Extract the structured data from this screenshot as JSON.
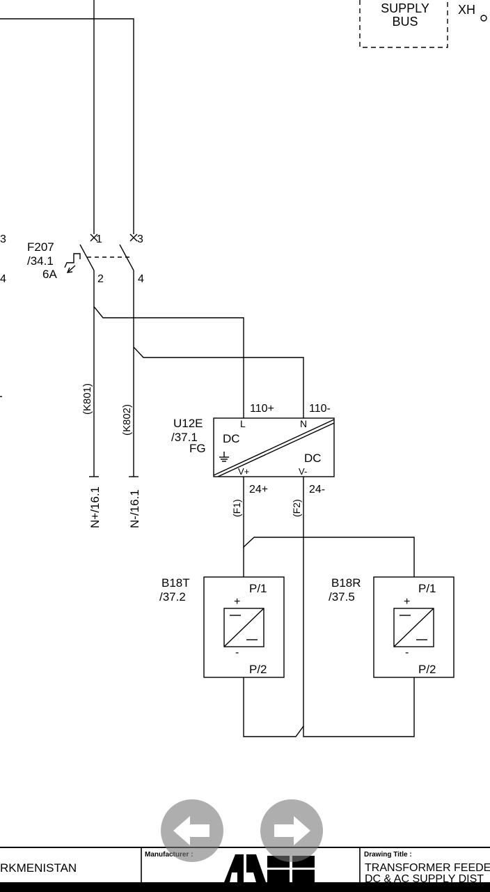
{
  "supply_bus": {
    "line1": "SUPPLY",
    "line2": "BUS",
    "terminal": "XH"
  },
  "breaker": {
    "tag": "F207",
    "ref": "/34.1",
    "rating": "6A",
    "pins": {
      "p1": "1",
      "p2": "2",
      "p3": "3",
      "p4": "4"
    },
    "edge_left_top": "3",
    "edge_left_bottom": "4"
  },
  "wires": {
    "k801": "(K801)",
    "k802": "(K802)",
    "n_plus": "N+/16.1",
    "n_minus": "N-/16.1",
    "f1": "(F1)",
    "f2": "(F2)"
  },
  "converter": {
    "tag": "U12E",
    "ref": "/37.1",
    "fg": "FG",
    "in_l": "L",
    "in_n": "N",
    "dc_left": "DC",
    "dc_right": "DC",
    "out_vp": "V+",
    "out_vm": "V-",
    "in_plus": "110+",
    "in_minus": "110-",
    "out_plus": "24+",
    "out_minus": "24-"
  },
  "transducer_t": {
    "tag": "B18T",
    "ref": "/37.2",
    "p1": "P/1",
    "p2": "P/2",
    "plus": "+",
    "minus": "-"
  },
  "transducer_r": {
    "tag": "B18R",
    "ref": "/37.5",
    "p1": "P/1",
    "p2": "P/2",
    "plus": "+",
    "minus": "-"
  },
  "title_block": {
    "location": "RKMENISTAN",
    "manufacturer_label": "Manufacturer :",
    "logo": "ABB",
    "drawing_title_label": "Drawing Title :",
    "title_line1": "TRANSFORMER FEEDER",
    "title_line2": "DC & AC SUPPLY DIST"
  },
  "navigation": {
    "back_icon": "arrow-left-icon",
    "forward_icon": "arrow-right-icon",
    "button_color": "#7a7a7a"
  }
}
